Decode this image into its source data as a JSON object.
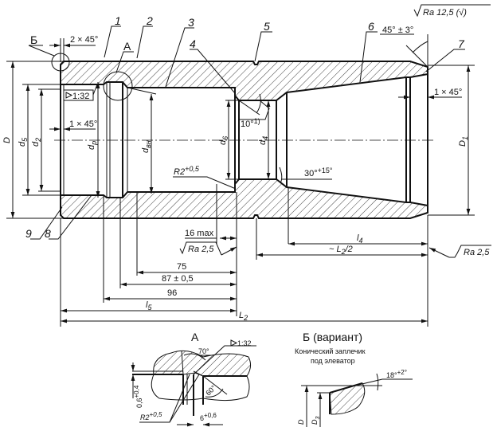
{
  "surface_finish_top": "Ra 12,5 (√)",
  "callouts": [
    "1",
    "2",
    "3",
    "4",
    "5",
    "6",
    "7",
    "8",
    "9"
  ],
  "view_markers": {
    "b": "Б",
    "a": "А"
  },
  "chamfers": {
    "left_outer": "2 × 45°",
    "left_inner": "1 × 45°",
    "right_inner": "1 × 45°",
    "right_outer": "45° ± 3°"
  },
  "taper": "1:32",
  "angles": {
    "shoulder": "10°",
    "shoulder_note": "1)",
    "cone": "30°",
    "cone_tol": "+15°"
  },
  "radius": {
    "label": "R2",
    "tol": "+0,5"
  },
  "diameters": {
    "D": "D",
    "d5": "d",
    "d5_sub": "5",
    "d2": "d",
    "d2_sub": "2",
    "dp": "d",
    "dp_sub": "р",
    "dvn": "d",
    "dvn_sub": "вн",
    "d6": "d",
    "d6_sub": "6",
    "d4": "d",
    "d4_sub": "4",
    "D1": "D",
    "D1_sub": "1"
  },
  "lengths": {
    "max16": "16 max",
    "ra_left": "Ra 2,5",
    "ra_right": "Ra 2,5",
    "l4": "l",
    "l4_sub": "4",
    "half_L2": "~ L",
    "half_L2_sub": "2",
    "half_L2_tail": "/2",
    "d75": "75",
    "d87": "87 ± 0,5",
    "d96": "96",
    "l5": "l",
    "l5_sub": "5",
    "L2": "L",
    "L2_sub": "2"
  },
  "detail_a": {
    "title": "А",
    "angle70": "70°",
    "taper": "1:32",
    "angle60": "60°",
    "depth": "0,6",
    "depth_tol": "+0,4",
    "radius": "R2",
    "radius_tol": "+0,5",
    "width": "6",
    "width_tol": "+0,6"
  },
  "detail_b": {
    "title": "Б (вариант)",
    "caption1": "Конический заплечик",
    "caption2": "под элеватор",
    "angle": "18°",
    "angle_tol": "+2°",
    "D": "D",
    "D3": "D",
    "D3_sub": "3"
  }
}
